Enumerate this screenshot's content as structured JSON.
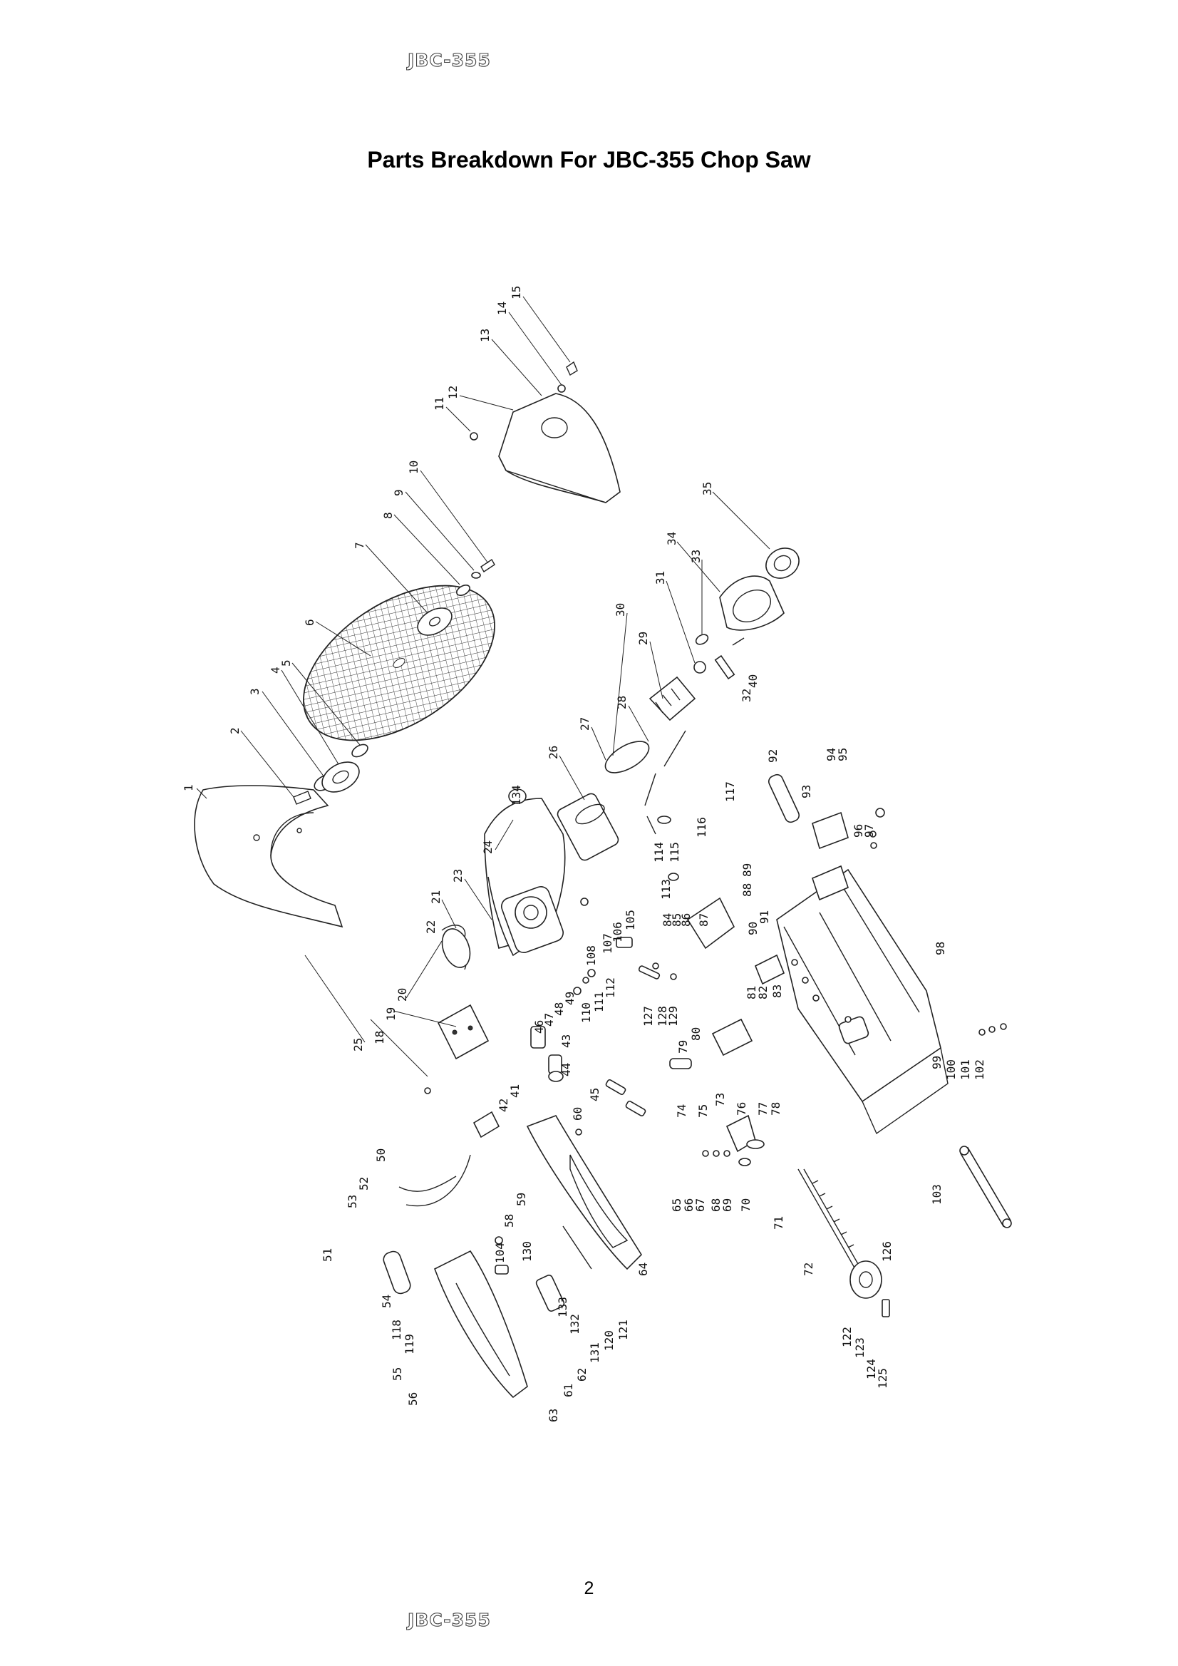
{
  "document": {
    "header_code": "JBC-355",
    "title": "Parts Breakdown For JBC-355 Chop Saw",
    "page_number": "2",
    "footer_code": "JBC-355"
  },
  "diagram": {
    "type": "exploded parts diagram",
    "part_labels": [
      "1",
      "2",
      "3",
      "4",
      "5",
      "6",
      "7",
      "8",
      "9",
      "10",
      "11",
      "12",
      "13",
      "14",
      "15",
      "18",
      "19",
      "20",
      "21",
      "22",
      "23",
      "24",
      "25",
      "26",
      "27",
      "28",
      "29",
      "30",
      "31",
      "32",
      "33",
      "34",
      "35",
      "40",
      "41",
      "42",
      "43",
      "44",
      "45",
      "46",
      "47",
      "48",
      "49",
      "50",
      "51",
      "52",
      "53",
      "54",
      "55",
      "56",
      "58",
      "59",
      "60",
      "61",
      "62",
      "63",
      "64",
      "65",
      "66",
      "67",
      "68",
      "69",
      "70",
      "71",
      "72",
      "73",
      "74",
      "75",
      "76",
      "77",
      "78",
      "79",
      "80",
      "81",
      "82",
      "83",
      "84",
      "85",
      "86",
      "87",
      "88",
      "89",
      "90",
      "91",
      "92",
      "93",
      "94",
      "95",
      "96",
      "97",
      "98",
      "99",
      "100",
      "101",
      "102",
      "103",
      "104",
      "105",
      "106",
      "107",
      "108",
      "110",
      "111",
      "112",
      "113",
      "114",
      "115",
      "116",
      "117",
      "118",
      "119",
      "120",
      "121",
      "122",
      "123",
      "124",
      "125",
      "126",
      "127",
      "128",
      "129",
      "130",
      "131",
      "132",
      "133",
      "134"
    ]
  }
}
